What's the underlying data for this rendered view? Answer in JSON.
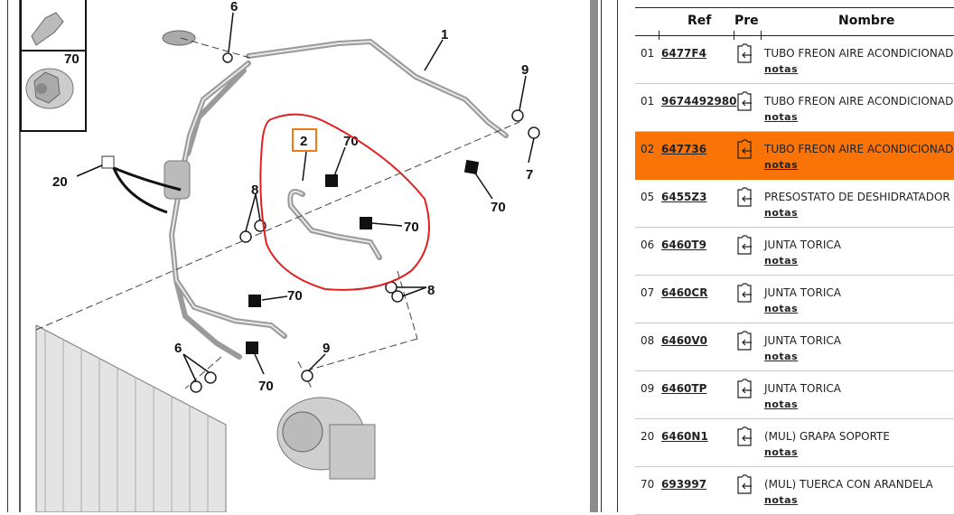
{
  "diagram": {
    "callouts": {
      "c6_top": "6",
      "c1": "1",
      "c9_right": "9",
      "c7": "7",
      "c70_right": "70",
      "c20": "20",
      "c2": "2",
      "c70_a": "70",
      "c8_left": "8",
      "c70_b": "70",
      "c8_right": "8",
      "c70_c": "70",
      "c6_bottom": "6",
      "c9_bottom": "9",
      "c70_d": "70",
      "inset_70": "70"
    },
    "highlight_color": "#e02020",
    "selected_callout_color": "#f07a1a"
  },
  "table": {
    "headers": {
      "ref": "Ref",
      "pre": "Pre",
      "nombre": "Nombre"
    },
    "notes_label": "notas",
    "selected_color": "#f97306",
    "rows": [
      {
        "num": "01",
        "ref": "6477F4",
        "name": "TUBO FREON AIRE ACONDICIONADO",
        "notes": "notas"
      },
      {
        "num": "01",
        "ref": "9674492980",
        "name": "TUBO FREON AIRE ACONDICIONADO",
        "notes": "notas"
      },
      {
        "num": "02",
        "ref": "647736",
        "name": "TUBO FREON AIRE ACONDICIONADO",
        "notes": "notas",
        "selected": true
      },
      {
        "num": "05",
        "ref": "6455Z3",
        "name": "PRESOSTATO DE DESHIDRATADOR",
        "notes": "notas"
      },
      {
        "num": "06",
        "ref": "6460T9",
        "name": "JUNTA TORICA",
        "notes": "notas"
      },
      {
        "num": "07",
        "ref": "6460CR",
        "name": "JUNTA TORICA",
        "notes": "notas"
      },
      {
        "num": "08",
        "ref": "6460V0",
        "name": "JUNTA TORICA",
        "notes": "notas"
      },
      {
        "num": "09",
        "ref": "6460TP",
        "name": "JUNTA TORICA",
        "notes": "notas"
      },
      {
        "num": "20",
        "ref": "6460N1",
        "name": "(MUL) GRAPA SOPORTE",
        "notes": "notas"
      },
      {
        "num": "70",
        "ref": "693997",
        "name": "(MUL) TUERCA CON ARANDELA",
        "notes": "notas"
      }
    ]
  }
}
